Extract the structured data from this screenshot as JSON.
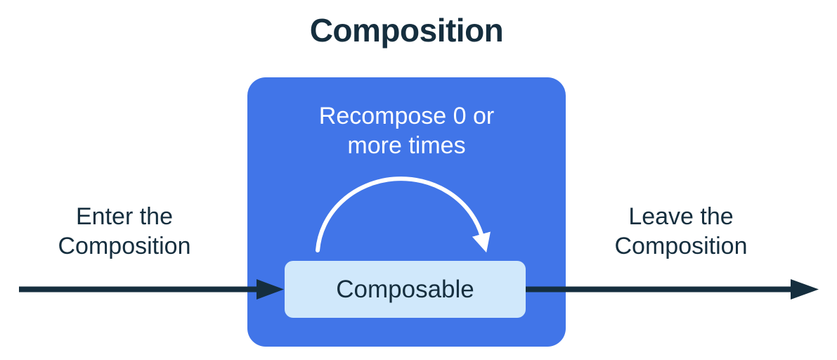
{
  "title": "Composition",
  "labels": {
    "enter": "Enter the\nComposition",
    "leave": "Leave the\nComposition",
    "recompose": "Recompose 0 or\nmore times",
    "composable": "Composable"
  },
  "colors": {
    "background": "#ffffff",
    "container_blue": "#4175e8",
    "composable_bg": "#d0e8fb",
    "ink": "#152e3e",
    "arc_white": "#ffffff"
  }
}
